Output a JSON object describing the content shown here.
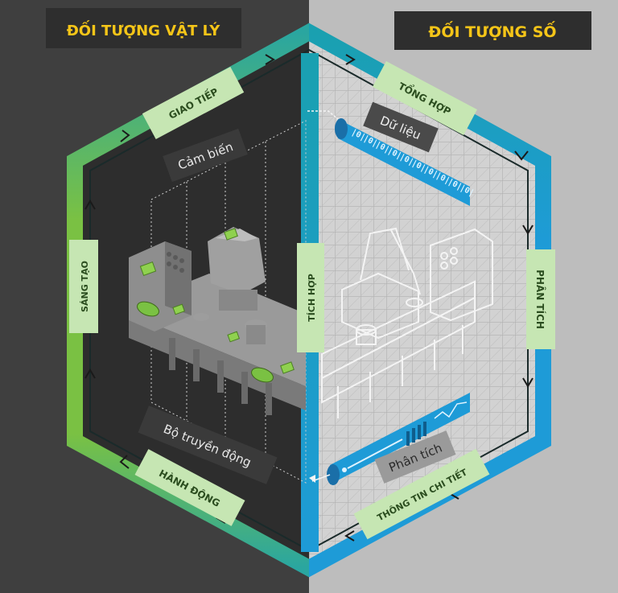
{
  "headers": {
    "physical": "ĐỐI TƯỢNG VẬT LÝ",
    "digital": "ĐỐI TƯỢNG SỐ"
  },
  "cycle_labels": {
    "communicate": "GIAO TIẾP",
    "aggregate": "TỔNG HỢP",
    "analyze": "PHÂN TÍCH",
    "insight": "THÔNG TIN CHI TIẾT",
    "act": "HÀNH ĐỘNG",
    "create": "SÁNG TẠO",
    "integrate": "TÍCH HỢP"
  },
  "callouts": {
    "sensors": "Cảm biến",
    "actuators": "Bộ truyền động",
    "data": "Dữ liệu",
    "analytics": "Phân tích"
  },
  "data_bar_glyphs": [
    "|0|",
    "|0|",
    "|0|",
    "|0|",
    "|0|",
    "|0|",
    "|0|",
    "|0|",
    "|0|",
    "|0|"
  ],
  "colors": {
    "physical_bg": "#3f3f3f",
    "digital_bg": "#bdbdbd",
    "header_bg": "#2e2e2e",
    "header_text": "#f5c518",
    "green": "#7ac143",
    "teal": "#1aa0b0",
    "blue": "#1e9bd7",
    "label_bg": "#c6e6b3",
    "label_text": "#2b4d1f"
  }
}
